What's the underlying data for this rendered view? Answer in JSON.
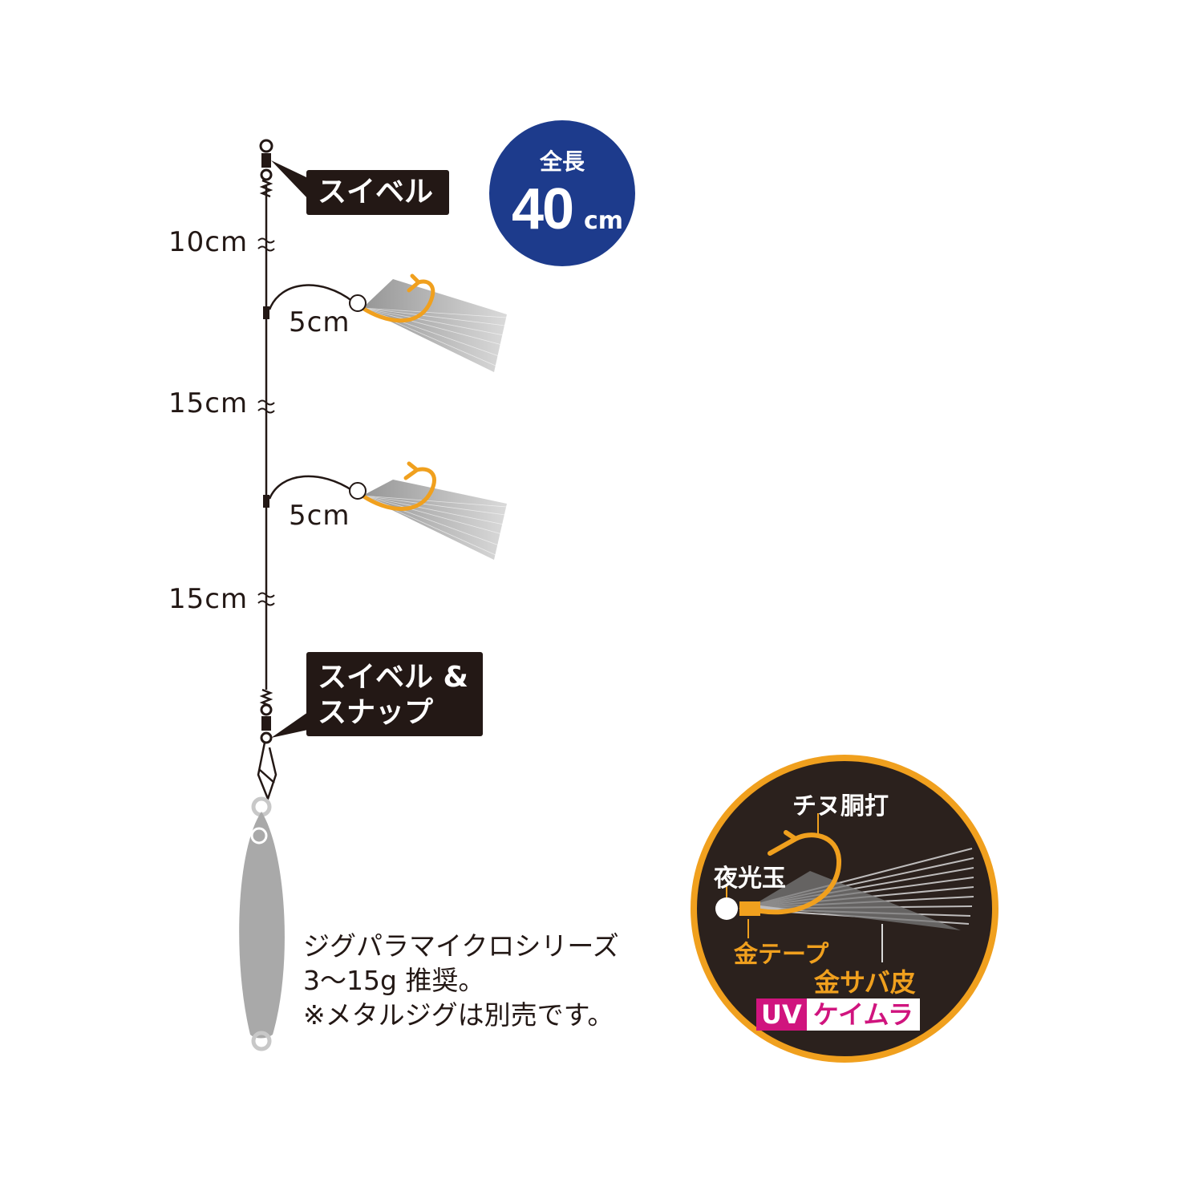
{
  "swivel_label": "スイベル",
  "snap_label_line1": "スイベル &",
  "snap_label_line2": "スナップ",
  "dimensions": {
    "segment1": "10cm",
    "segment2": "15cm",
    "segment3": "15cm",
    "branch1": "5cm",
    "branch2": "5cm"
  },
  "total_length": {
    "label": "全長",
    "value": "40",
    "unit": "cm"
  },
  "note": {
    "line1": "ジグパラマイクロシリーズ",
    "line2": "3〜15g 推奨。",
    "line3": "※メタルジグは別売です。"
  },
  "detail": {
    "hook": "チヌ胴打",
    "bead": "夜光玉",
    "tape": "金テープ",
    "skin": "金サバ皮",
    "uv": "UV",
    "keimura": "ケイムラ"
  },
  "colors": {
    "line": "#231815",
    "hook_gold": "#f0a01e",
    "badge_blue": "#1d3b8c",
    "circle_bg": "#2b211d",
    "magenta": "#d0147e"
  }
}
